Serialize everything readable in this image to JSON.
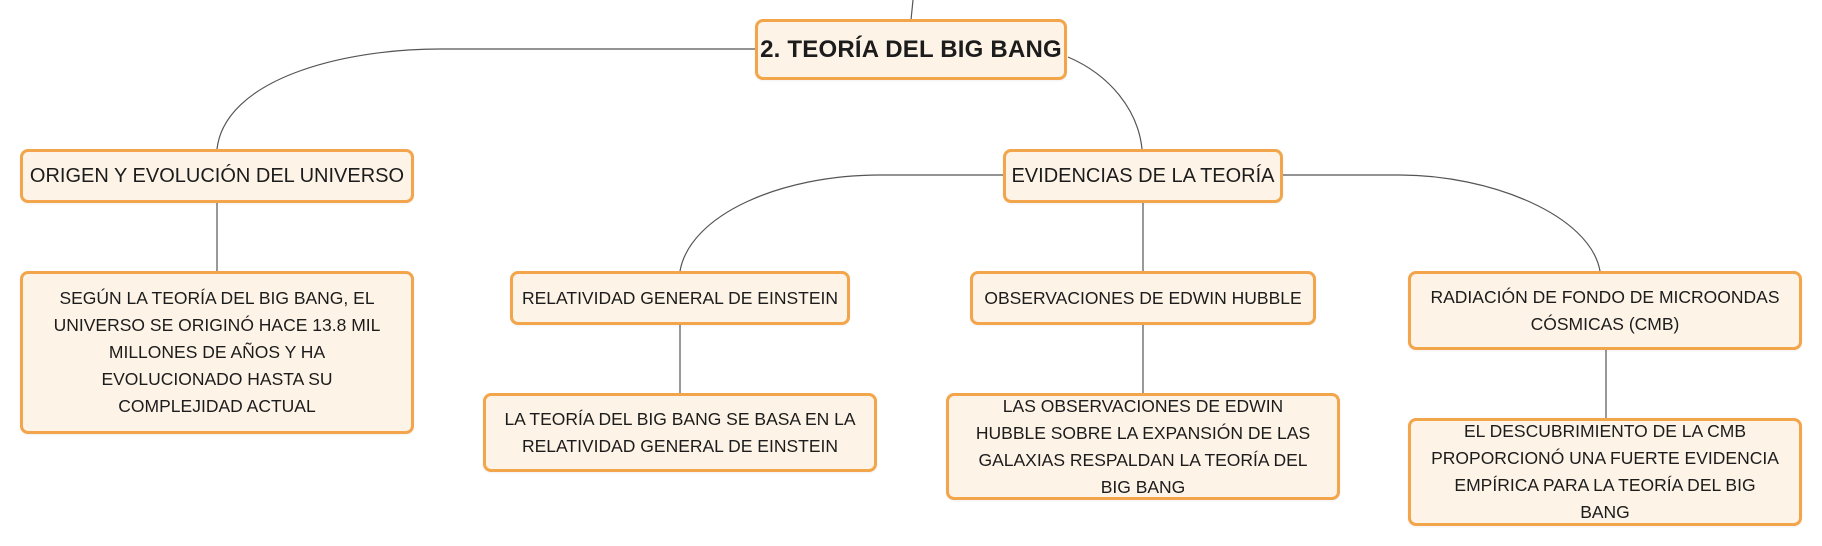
{
  "colors": {
    "node_fill": "#fdf3e7",
    "node_border": "#f2a54a",
    "connector": "#555555",
    "text": "#1c1c1c"
  },
  "map": {
    "root": "2. TEORÍA DEL BIG BANG",
    "origin": {
      "title": "ORIGEN Y EVOLUCIÓN DEL UNIVERSO",
      "detail": "SEGÚN LA TEORÍA DEL BIG BANG, EL UNIVERSO SE ORIGINÓ HACE 13.8 MIL MILLONES DE AÑOS Y HA EVOLUCIONADO HASTA SU COMPLEJIDAD ACTUAL"
    },
    "evidence": {
      "title": "EVIDENCIAS DE LA TEORÍA",
      "relativity": {
        "title": "RELATIVIDAD GENERAL DE EINSTEIN",
        "detail": "LA TEORÍA DEL BIG BANG SE BASA EN LA RELATIVIDAD GENERAL DE EINSTEIN"
      },
      "hubble": {
        "title": "OBSERVACIONES DE EDWIN HUBBLE",
        "detail": "LAS OBSERVACIONES DE EDWIN HUBBLE SOBRE LA EXPANSIÓN DE LAS GALAXIAS RESPALDAN LA TEORÍA DEL BIG BANG"
      },
      "cmb": {
        "title": "RADIACIÓN DE FONDO DE MICROONDAS CÓSMICAS (CMB)",
        "detail": "EL DESCUBRIMIENTO DE LA CMB PROPORCIONÓ UNA FUERTE EVIDENCIA EMPÍRICA PARA LA TEORÍA DEL BIG BANG"
      }
    }
  }
}
